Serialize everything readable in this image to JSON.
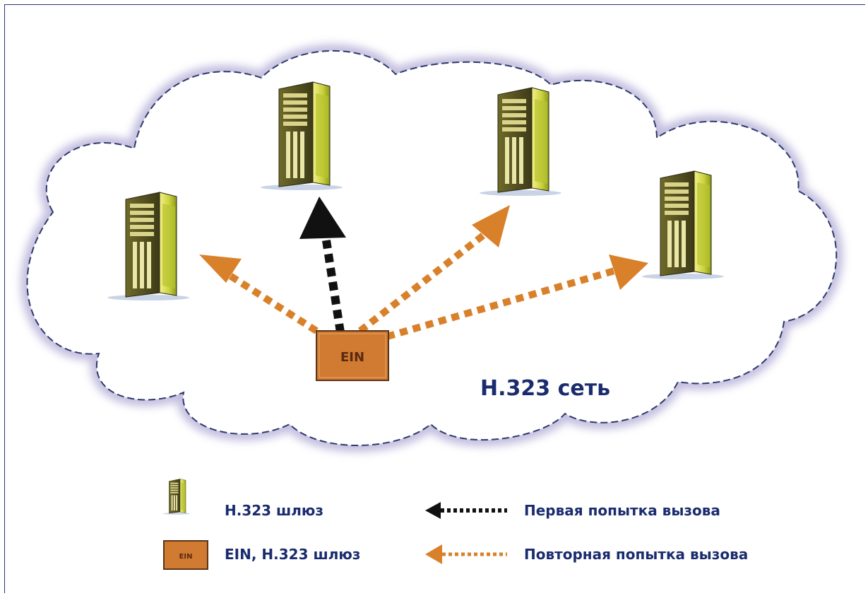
{
  "network": {
    "label": "H.323 сеть"
  },
  "ein_box": {
    "label": "EIN"
  },
  "legend": {
    "gateway_label": "H.323 шлюз",
    "ein_gateway_label": "EIN, H.323 шлюз",
    "ein_icon_label": "EIN",
    "first_attempt_label": "Первая попытка вызова",
    "retry_attempt_label": "Повторная попытка вызова"
  },
  "colors": {
    "first_attempt": "#111111",
    "retry_attempt": "#d9812a",
    "ein_fill": "#d07a32",
    "text": "#1a2c6e",
    "cloud_outline": "#2d3a6a"
  }
}
